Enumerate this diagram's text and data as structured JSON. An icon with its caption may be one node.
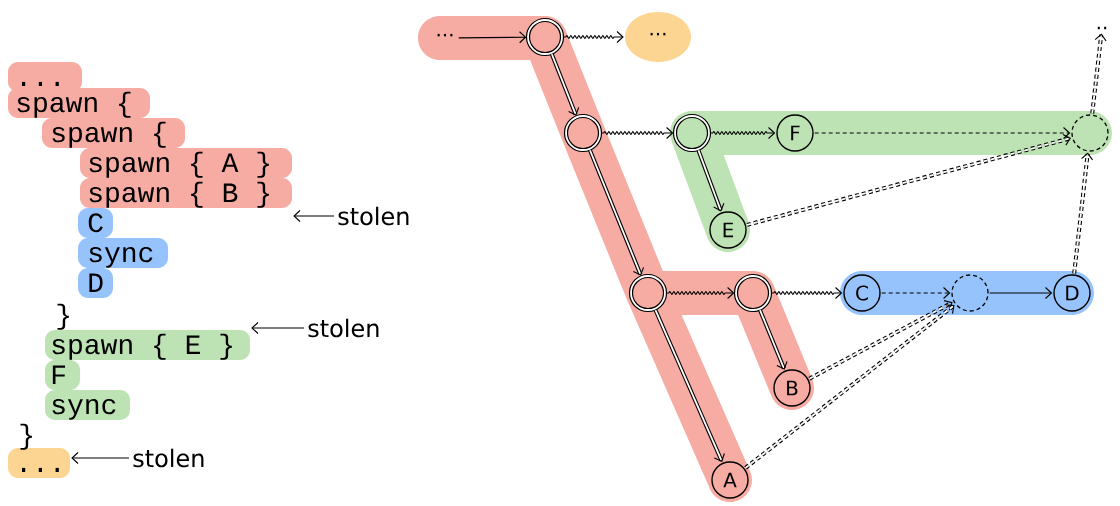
{
  "diagram": {
    "nodes": [
      {
        "text": [
          "...",
          "spawn {",
          "spawn {",
          "spawn { A }",
          "spawn { B }"
        ]
      },
      {
        "text": [
          "C",
          "sync",
          "D"
        ]
      },
      {
        "text": [
          "spawn { E }",
          "F",
          "sync"
        ]
      },
      {
        "text": [
          "..."
        ]
      },
      {
        "text": [
          "stolen"
        ]
      },
      {
        "text": [
          "stolen"
        ]
      },
      {
        "text": [
          "stolen"
        ]
      },
      {
        "text": [
          "···"
        ]
      },
      {
        "text": [
          "···"
        ]
      },
      {
        "text": [],
        "shape": "circle"
      },
      {
        "text": [],
        "shape": "circle"
      },
      {
        "text": [],
        "shape": "circle"
      },
      {
        "text": [],
        "shape": "circle"
      },
      {
        "text": [
          "B"
        ]
      },
      {
        "text": [
          "A"
        ]
      },
      {
        "text": [],
        "shape": "circle"
      },
      {
        "text": [
          "F"
        ]
      },
      {
        "text": [],
        "shape": "circle"
      },
      {
        "text": [
          "E"
        ]
      },
      {
        "text": [
          "C"
        ]
      },
      {
        "text": [],
        "shape": "circle"
      },
      {
        "text": [
          "D"
        ]
      },
      {
        "text": [
          ".."
        ]
      }
    ],
    "edges": [
      {
        "from": 4,
        "to": 0,
        "arrow": "to"
      },
      {
        "from": 5,
        "to": 2,
        "arrow": "to"
      },
      {
        "from": 6,
        "to": 3,
        "arrow": "to"
      },
      {
        "from": 8,
        "to": 9,
        "arrow": "to"
      },
      {
        "from": 9,
        "to": 7,
        "arrow": "to"
      },
      {
        "from": 9,
        "to": 10,
        "arrow": "to",
        "style": "thick"
      },
      {
        "from": 10,
        "to": 15,
        "arrow": "to"
      },
      {
        "from": 10,
        "to": 11,
        "arrow": "to",
        "style": "thick"
      },
      {
        "from": 15,
        "to": 16,
        "arrow": "to"
      },
      {
        "from": 15,
        "to": 18,
        "arrow": "to",
        "style": "thick"
      },
      {
        "from": 16,
        "to": 17,
        "arrow": "to",
        "style": "dashed"
      },
      {
        "from": 18,
        "to": 17,
        "arrow": "to",
        "style": "dashed"
      },
      {
        "from": 11,
        "to": 12,
        "arrow": "to"
      },
      {
        "from": 11,
        "to": 14,
        "arrow": "to",
        "style": "thick"
      },
      {
        "from": 12,
        "to": 19,
        "arrow": "to"
      },
      {
        "from": 12,
        "to": 13,
        "arrow": "to",
        "style": "thick"
      },
      {
        "from": 19,
        "to": 20,
        "arrow": "to",
        "style": "dashed"
      },
      {
        "from": 20,
        "to": 21,
        "arrow": "to"
      },
      {
        "from": 13,
        "to": 20,
        "arrow": "to",
        "style": "dashed"
      },
      {
        "from": 14,
        "to": 20,
        "arrow": "to",
        "style": "dashed"
      },
      {
        "from": 21,
        "to": 17,
        "arrow": "to",
        "style": "dashed"
      },
      {
        "from": 17,
        "to": 22,
        "arrow": "to",
        "style": "dashed"
      }
    ],
    "labels": [
      "}",
      "}"
    ]
  }
}
